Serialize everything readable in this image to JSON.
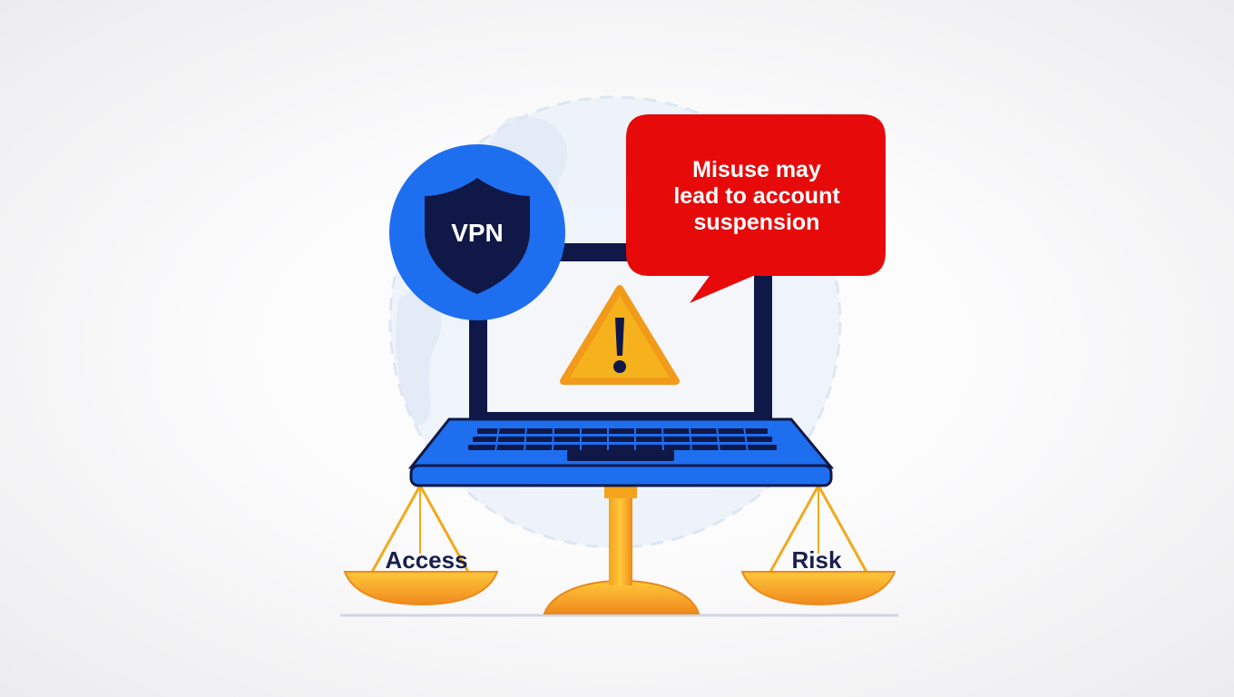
{
  "vpn_badge": {
    "label": "VPN",
    "icon": "shield-icon"
  },
  "warning": {
    "message_lines": [
      "Misuse may",
      "lead to account",
      "suspension"
    ],
    "icon": "warning-triangle-icon"
  },
  "scale": {
    "left_pan_label": "Access",
    "right_pan_label": "Risk"
  },
  "colors": {
    "blue": "#1e6ff0",
    "navy": "#101848",
    "red": "#e60a0a",
    "amber": "#f5b21c",
    "orange": "#f08a1e"
  }
}
